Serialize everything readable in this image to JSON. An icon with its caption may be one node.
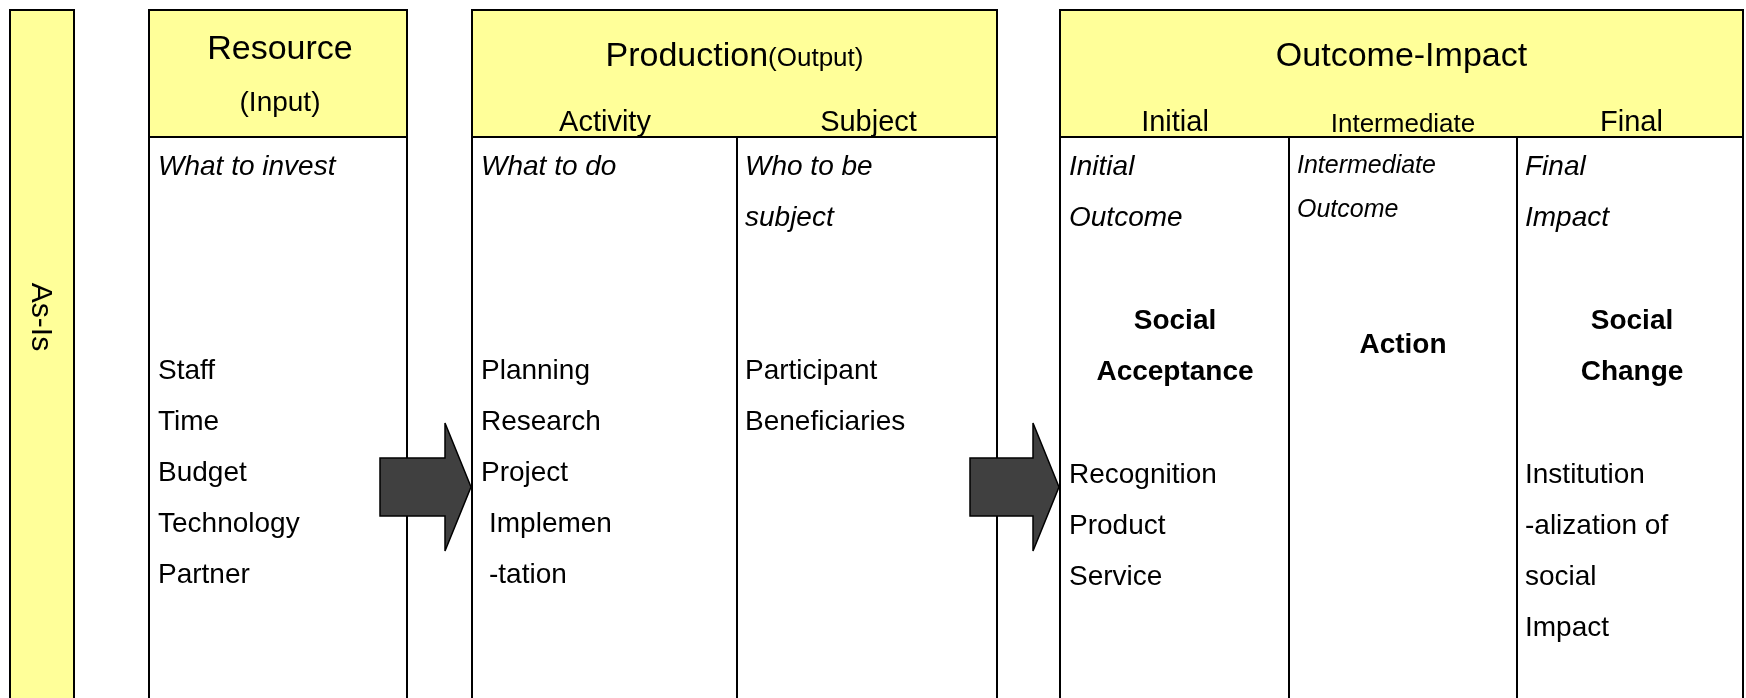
{
  "diagram": {
    "nodes": [
      {
        "text": [
          "As-Is"
        ]
      },
      {
        "text": [
          "Resource",
          "(Input)",
          "What to invest",
          "Staff",
          "Time",
          "Budget",
          "Technology",
          "Partner"
        ]
      },
      {
        "text": [
          "Production",
          "(Output)"
        ]
      },
      {
        "text": [
          "Activity",
          "What to do",
          "Planning",
          "Research",
          "Project",
          "Implemen -tation"
        ],
        "in": 2
      },
      {
        "text": [
          "Subject",
          "Who to be subject",
          "Participant",
          "Beneficiaries"
        ],
        "in": 2
      },
      {
        "text": [
          "Outcome-Impact"
        ]
      },
      {
        "text": [
          "Initial",
          "Initial Outcome",
          "Social Acceptance",
          "Recognition",
          "Product",
          "Service"
        ],
        "in": 5
      },
      {
        "text": [
          "Intermediate",
          "Intermediate Outcome",
          "Action"
        ],
        "in": 5
      },
      {
        "text": [
          "Final",
          "Final Impact",
          "Social Change",
          "Institution -alization of social Impact"
        ],
        "in": 5
      }
    ],
    "edges": [
      {
        "from": 1,
        "to": 2,
        "arrow": "to"
      },
      {
        "from": 2,
        "to": 5,
        "arrow": "to"
      }
    ]
  }
}
